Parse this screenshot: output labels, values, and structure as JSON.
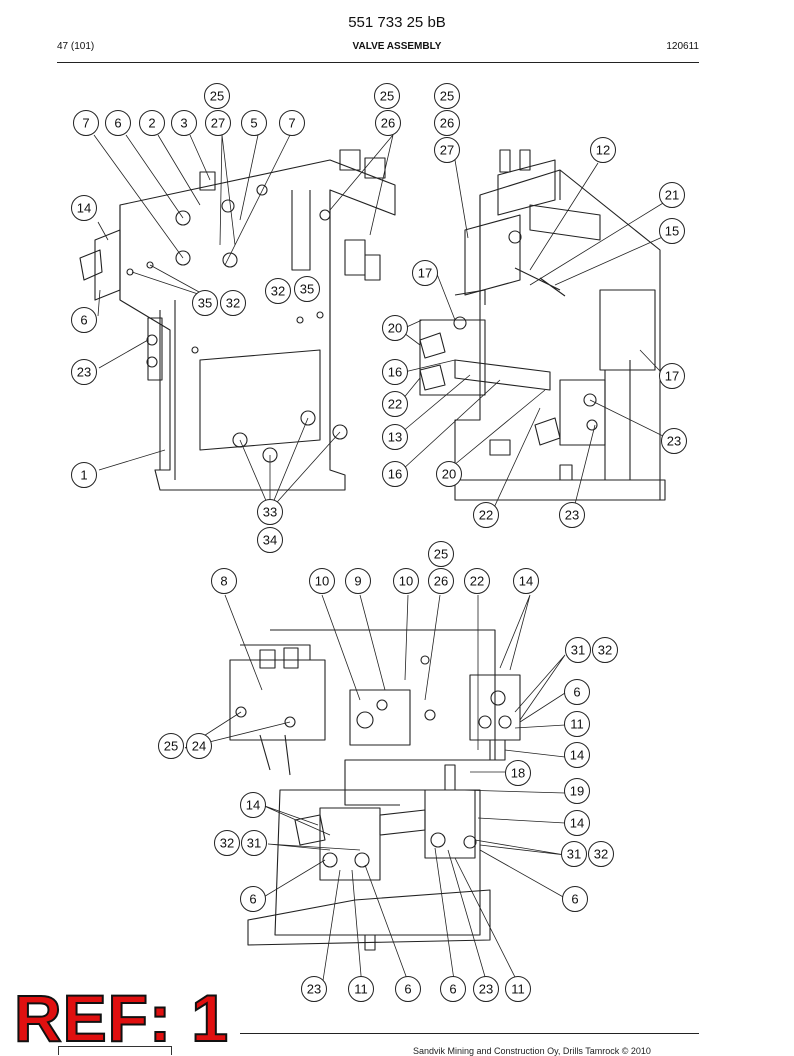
{
  "header": {
    "doc_number": "551 733 25 bB",
    "page": "47 (101)",
    "title": "VALVE ASSEMBLY",
    "code": "120611"
  },
  "callouts": {
    "a": [
      "7",
      "6",
      "2",
      "3",
      "27",
      "5",
      "7",
      "25",
      "25",
      "26",
      "25",
      "26",
      "27",
      "12",
      "21",
      "15",
      "14",
      "6",
      "35",
      "32",
      "32",
      "35",
      "23",
      "17",
      "20",
      "16",
      "22",
      "13",
      "16",
      "20",
      "22",
      "23",
      "17",
      "23",
      "1",
      "33",
      "34"
    ],
    "b": [
      "25",
      "8",
      "10",
      "9",
      "10",
      "26",
      "22",
      "14",
      "31",
      "32",
      "6",
      "11",
      "14",
      "18",
      "19",
      "14",
      "31",
      "32",
      "6",
      "25",
      "24",
      "14",
      "32",
      "31",
      "6",
      "23",
      "11",
      "6",
      "6",
      "23",
      "11"
    ]
  },
  "stamp": "REF: 1",
  "footer": "Sandvik Mining and Construction Oy, Drills Tamrock © 2010"
}
